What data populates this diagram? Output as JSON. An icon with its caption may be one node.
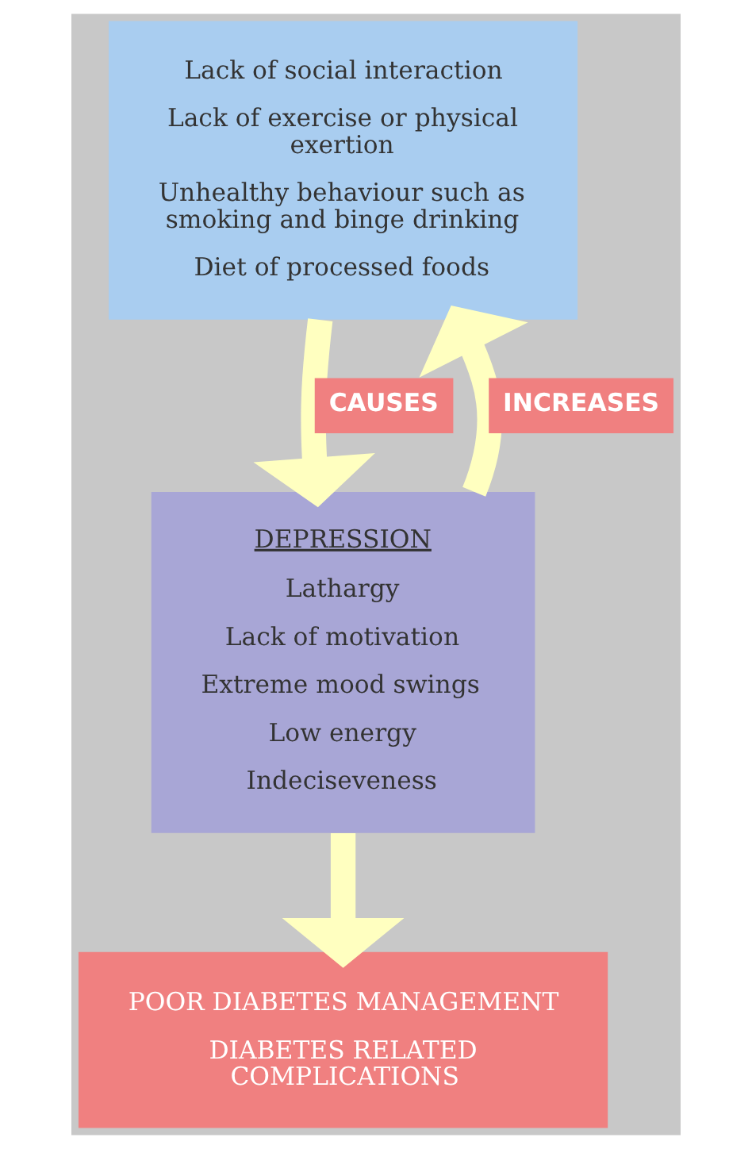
{
  "diagram": {
    "nodes": [
      {
        "text": [
          "Lack of social interaction",
          "Lack of exercise or physical exertion",
          "Unhealthy behaviour such as smoking and binge drinking",
          "Diet of processed foods"
        ]
      },
      {
        "text": [
          "DEPRESSION",
          "Lathargy",
          "Lack of motivation",
          "Extreme mood swings",
          "Low energy",
          "Indeciseveness"
        ]
      },
      {
        "text": [
          "POOR DIABETES MANAGEMENT",
          "DIABETES RELATED COMPLICATIONS"
        ]
      }
    ],
    "edges": [
      {
        "from": 0,
        "to": 1,
        "arrow": "to",
        "label": "CAUSES"
      },
      {
        "from": 1,
        "to": 0,
        "arrow": "to",
        "label": "INCREASES"
      },
      {
        "from": 1,
        "to": 2,
        "arrow": "to"
      }
    ]
  }
}
